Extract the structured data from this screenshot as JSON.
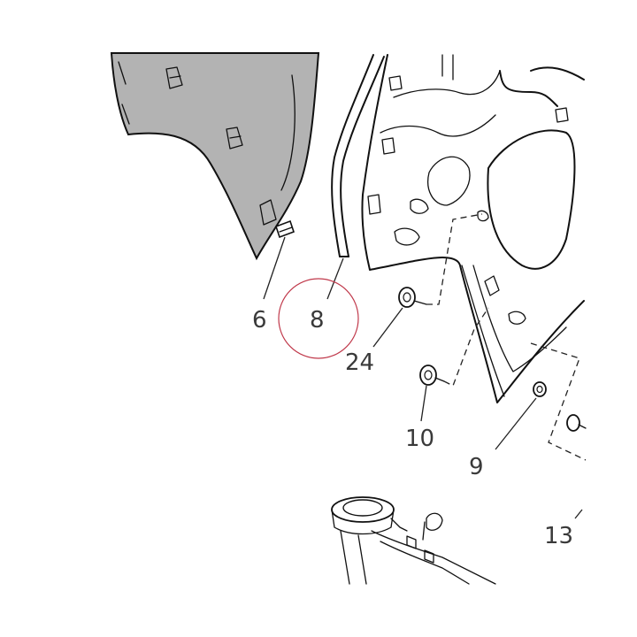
{
  "callouts": {
    "part_6": "6",
    "part_8": "8",
    "part_24": "24",
    "part_10": "10",
    "part_9": "9",
    "part_13": "13"
  },
  "colors": {
    "shaded_panel": "#b3b3b3",
    "line": "#111111",
    "label_text": "#3a3a3a",
    "highlight_circle": "#c0394b"
  }
}
